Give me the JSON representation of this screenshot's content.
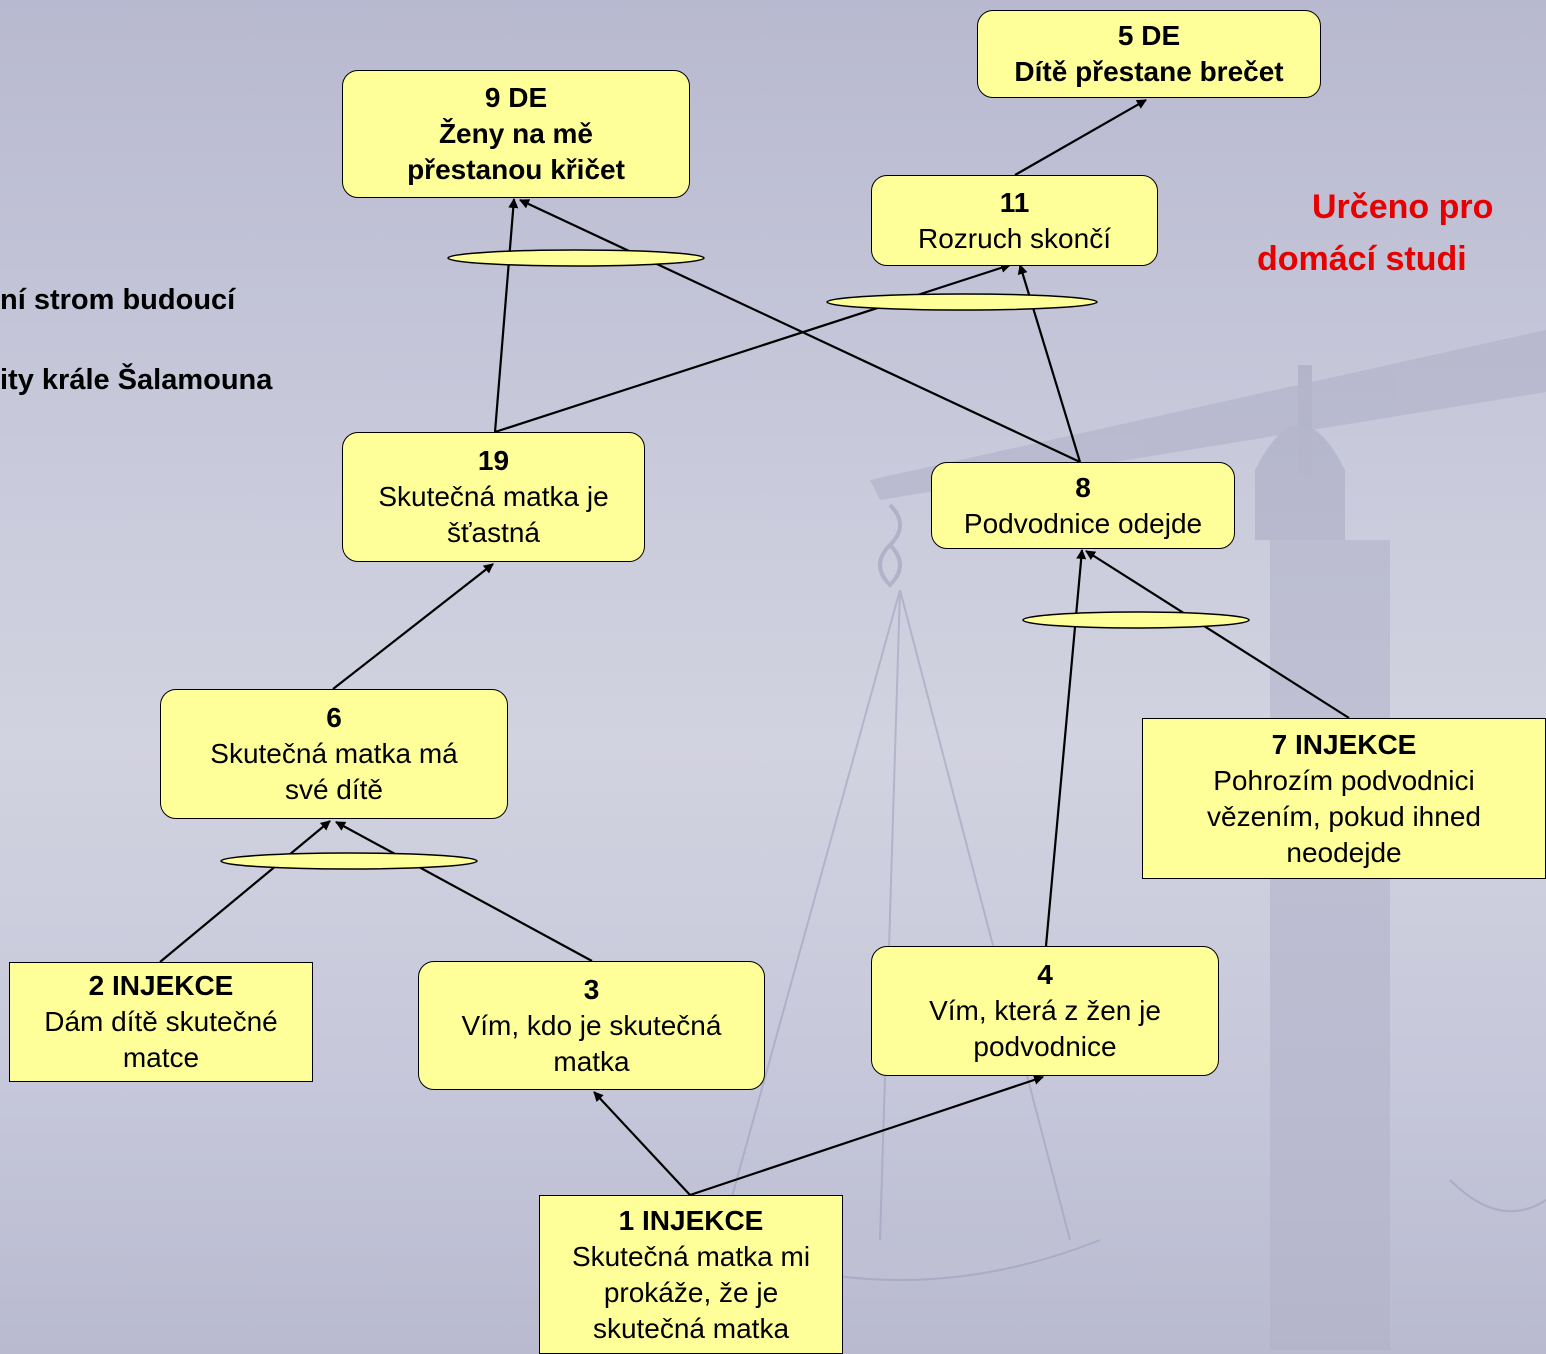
{
  "title_lines": [
    "ní strom budoucí",
    "ity krále Šalamouna"
  ],
  "note_lines": [
    "Určeno pro",
    "domácí studi"
  ],
  "colors": {
    "node_fill": "#ffff99",
    "note": "#e60000",
    "edge": "#000000"
  },
  "nodes": {
    "n9": {
      "num": "9 DE",
      "text": "Ženy na mě\npřestanou křičet",
      "bold_text": true
    },
    "n5": {
      "num": "5 DE",
      "text": "Dítě přestane brečet",
      "bold_text": true
    },
    "n11": {
      "num": "11",
      "text": "Rozruch skončí"
    },
    "n19": {
      "num": "19",
      "text": "Skutečná matka je\nšťastná"
    },
    "n8": {
      "num": "8",
      "text": "Podvodnice odejde"
    },
    "n6": {
      "num": "6",
      "text": "Skutečná matka má\nsvé dítě"
    },
    "n7": {
      "num": "7 INJEKCE",
      "text": "Pohrozím podvodnici\nvězením, pokud ihned\nneodejde"
    },
    "n2": {
      "num": "2 INJEKCE",
      "text": "Dám dítě skutečné\nmatce"
    },
    "n3": {
      "num": "3",
      "text": "Vím, kdo je skutečná\nmatka"
    },
    "n4": {
      "num": "4",
      "text": "Vím, která z žen je\npodvodnice"
    },
    "n1": {
      "num": "1 INJEKCE",
      "text": "Skutečná matka mi\nprokáže, že je\nskutečná matka"
    }
  },
  "edges": [
    {
      "from": "n11",
      "to": "n5"
    },
    {
      "from": "n19",
      "to": "n9"
    },
    {
      "from": "n8",
      "to": "n9"
    },
    {
      "from": "n19",
      "to": "n11"
    },
    {
      "from": "n8",
      "to": "n11"
    },
    {
      "from": "n6",
      "to": "n19"
    },
    {
      "from": "n4",
      "to": "n8"
    },
    {
      "from": "n7",
      "to": "n8"
    },
    {
      "from": "n2",
      "to": "n6"
    },
    {
      "from": "n3",
      "to": "n6"
    },
    {
      "from": "n1",
      "to": "n3"
    },
    {
      "from": "n1",
      "to": "n4"
    }
  ]
}
